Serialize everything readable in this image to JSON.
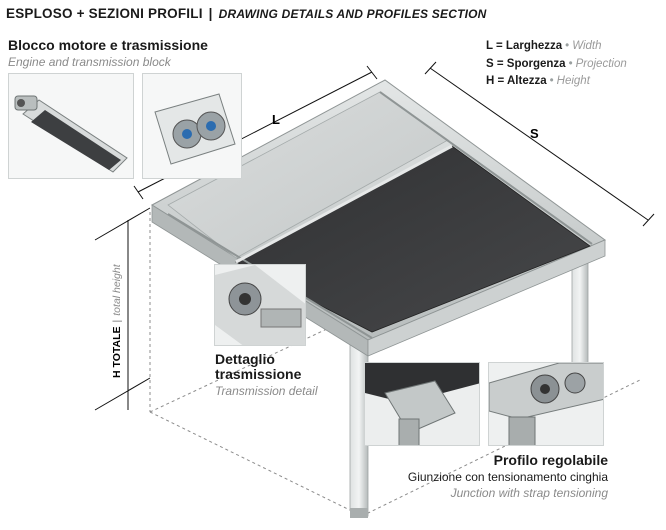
{
  "header": {
    "title": "ESPLOSO + SEZIONI PROFILI",
    "separator": "|",
    "subtitle": "DRAWING DETAILS AND PROFILES SECTION"
  },
  "engine_block": {
    "title": "Blocco motore e trasmissione",
    "subtitle": "Engine and transmission block"
  },
  "legend": [
    {
      "key": "L = Larghezza",
      "dot": "•",
      "translation": "Width"
    },
    {
      "key": "S = Sporgenza",
      "dot": "•",
      "translation": "Projection"
    },
    {
      "key": "H = Altezza",
      "dot": "•",
      "translation": "Height"
    }
  ],
  "dimensions": {
    "L": "L",
    "S": "S",
    "H_label": "H TOTALE",
    "H_separator": "|",
    "H_sub": "total height"
  },
  "transmission_detail": {
    "title_line1": "Dettaglio",
    "title_line2": "trasmissione",
    "subtitle": "Transmission detail"
  },
  "adjustable_profile": {
    "title": "Profilo regolabile",
    "line2": "Giunzione con tensionamento cinghia",
    "line3": "Junction with strap tensioning"
  },
  "colors": {
    "frame": "#c9cdcd",
    "frame_dark": "#9ea4a4",
    "fabric": "#3a3b3d",
    "text_muted": "#8a8a8a"
  },
  "icons": [
    "motor-photo",
    "gear-block-photo",
    "transmission-photo",
    "profile-left-photo",
    "profile-right-photo"
  ]
}
